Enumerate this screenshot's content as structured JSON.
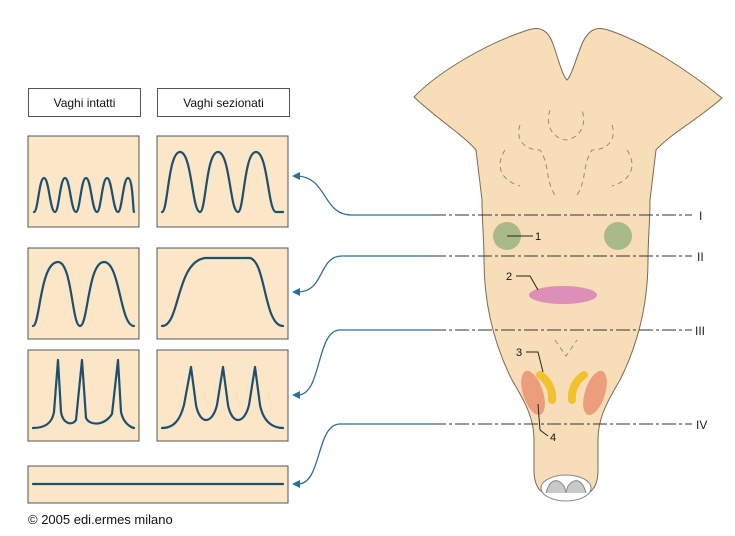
{
  "header": {
    "col1": "Vaghi intatti",
    "col2": "Vaghi sezionati"
  },
  "levels": [
    "I",
    "II",
    "III",
    "IV"
  ],
  "markers": [
    "1",
    "2",
    "3",
    "4"
  ],
  "copyright": "© 2005 edi.ermes milano",
  "colors": {
    "panel_fill": "#fbe6c7",
    "brainstem_fill": "#f8deb8",
    "trace": "#1d4f6e",
    "connector": "#2f6d92",
    "nucleus_green": "#a8b98a",
    "nucleus_pink": "#dd8fb8",
    "nucleus_yellow": "#f2c12e",
    "nucleus_salmon": "#ec9d7c"
  }
}
